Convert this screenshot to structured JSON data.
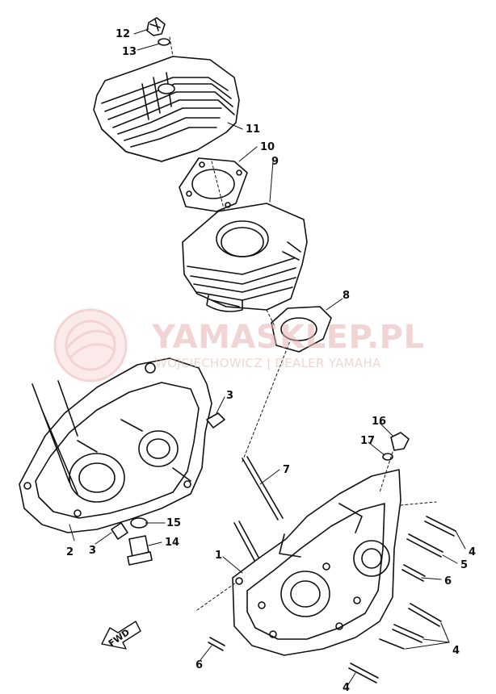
{
  "watermark": {
    "brand": "YAMASKLEP.PL",
    "tagline": "WOJCIECHOWICZ | DEALER YAMAHA"
  },
  "fwd_label": "FWD",
  "callouts": {
    "c1": "1",
    "c2": "2",
    "c3a": "3",
    "c3b": "3",
    "c4a": "4",
    "c4b": "4",
    "c4c": "4",
    "c5": "5",
    "c6a": "6",
    "c6b": "6",
    "c7": "7",
    "c8": "8",
    "c9": "9",
    "c10": "10",
    "c11": "11",
    "c12": "12",
    "c13": "13",
    "c14": "14",
    "c15": "15",
    "c16": "16",
    "c17": "17"
  },
  "colors": {
    "ink": "#111111",
    "watermark": "#e6b4b4"
  }
}
